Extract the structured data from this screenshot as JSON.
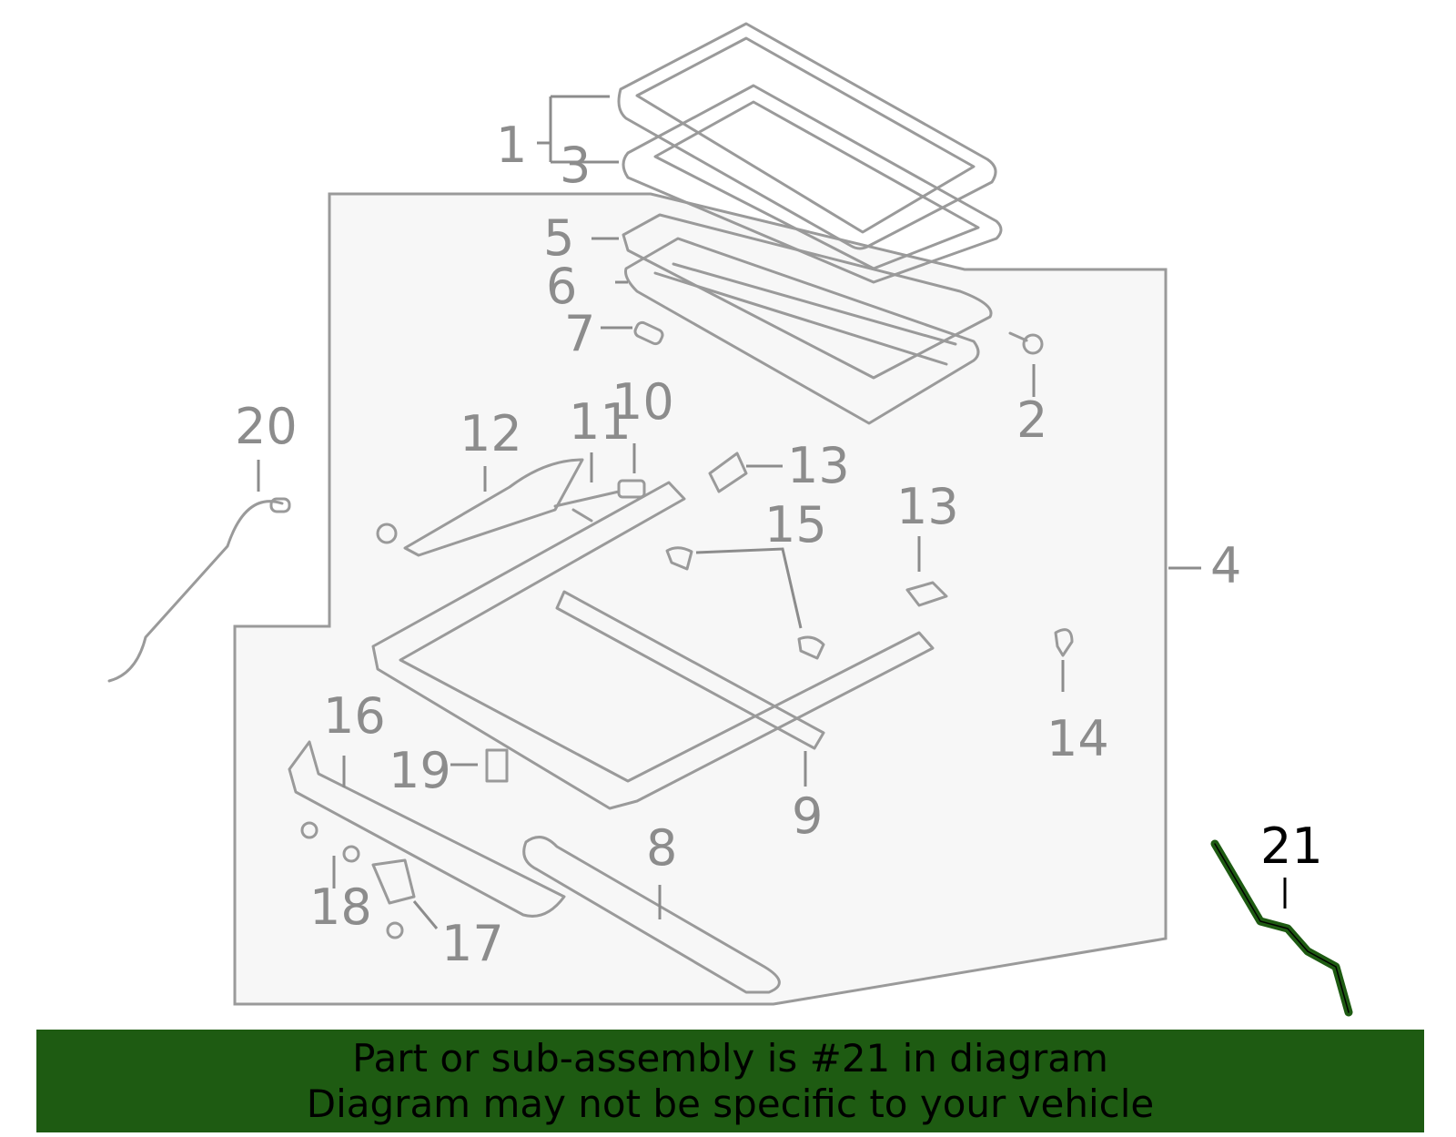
{
  "diagram": {
    "callouts": [
      "1",
      "2",
      "3",
      "4",
      "5",
      "6",
      "7",
      "8",
      "9",
      "10",
      "11",
      "12",
      "13",
      "13",
      "14",
      "15",
      "16",
      "17",
      "18",
      "19",
      "20",
      "21"
    ],
    "highlighted_part": "21",
    "highlight_color": "#1e5b12"
  },
  "banner": {
    "line1": "Part or sub-assembly is #21 in diagram",
    "line2": "Diagram may not be specific to your vehicle",
    "background": "#1e5b12"
  }
}
